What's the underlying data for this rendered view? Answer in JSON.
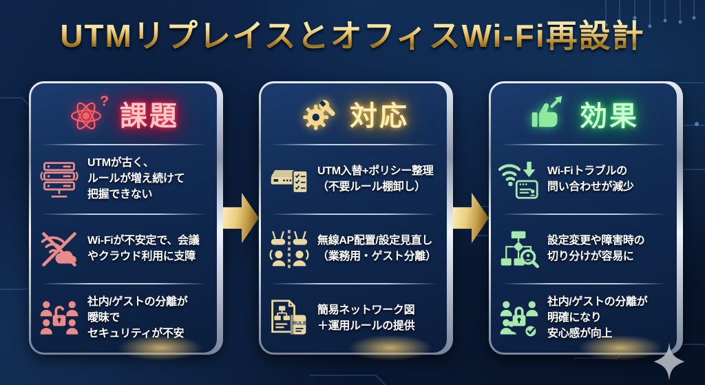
{
  "title": "UTMリプレイスとオフィスWi-Fi再設計",
  "colors": {
    "background": "#0b1d3a",
    "panel_inner": "#112b54",
    "frame_silver": "#c9d2de",
    "arrow_gold": "#d9b45c",
    "title_gold": "#f5e09a",
    "issue_accent": "#ff5f6e",
    "action_accent": "#f2d394",
    "effect_accent": "#8ef0a0"
  },
  "columns": [
    {
      "label": "課題",
      "icon": "atom-question-icon",
      "icon_text": "?",
      "items": [
        {
          "icon": "legacy-utm-server-icon",
          "text": "UTMが古く、\nルールが増え続けて\n把握できない"
        },
        {
          "icon": "unstable-wifi-cloud-icon",
          "text": "Wi-Fiが不安定で、会議\nやクラウド利用に支障"
        },
        {
          "icon": "users-open-lock-icon",
          "text": "社内/ゲストの分離が\n曖昧で\nセキュリティが不安"
        }
      ]
    },
    {
      "label": "対応",
      "icon": "wrench-gear-icon",
      "items": [
        {
          "icon": "utm-policy-checklist-icon",
          "text": "UTM入替+ポリシー整理\n（不要ルール棚卸し）"
        },
        {
          "icon": "access-point-users-icon",
          "text": "無線AP配置/設定見直し\n（業務用・ゲスト分離）"
        },
        {
          "icon": "network-diagram-rulebook-icon",
          "icon_text": "RULE",
          "text": "簡易ネットワーク図\n＋運用ルールの提供"
        }
      ]
    },
    {
      "label": "効果",
      "icon": "thumbs-up-arrow-icon",
      "items": [
        {
          "icon": "wifi-support-decrease-icon",
          "text": "Wi-Fiトラブルの\n問い合わせが減少"
        },
        {
          "icon": "flowchart-magnifier-icon",
          "text": "設定変更や障害時の\n切り分けが容易に"
        },
        {
          "icon": "users-lock-check-icon",
          "text": "社内/ゲストの分離が\n明確になり\n安心感が向上"
        }
      ]
    }
  ]
}
